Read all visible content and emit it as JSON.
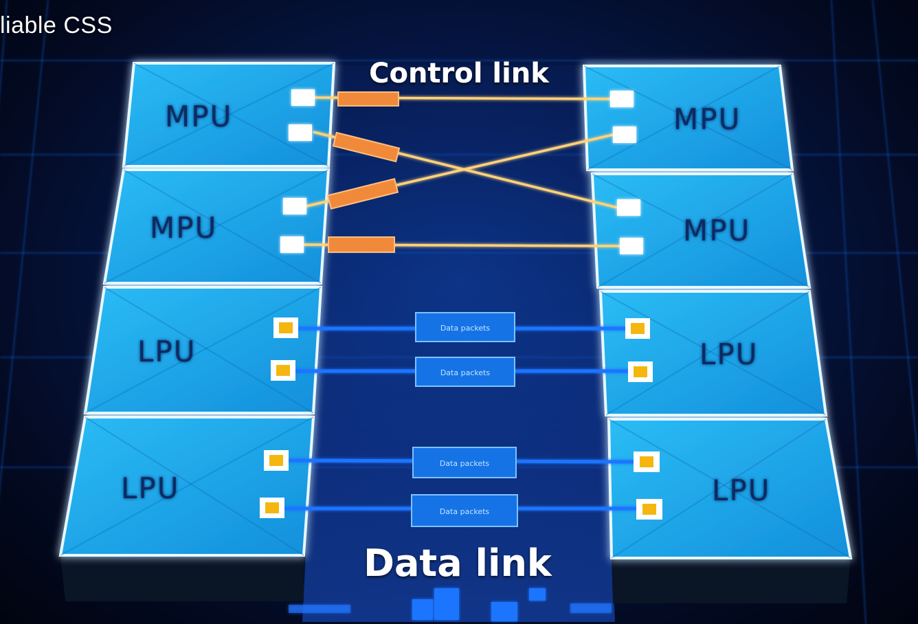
{
  "caption": "liable CSS",
  "control_link_title": "Control link",
  "data_link_title": "Data link",
  "colors": {
    "panel": "#18a8ec",
    "panel_edge": "#dff6ff",
    "glow": "#2f8cff",
    "label": "#0b2a62",
    "control_cable": "#ffd27a",
    "control_sleeve": "#f08a3a",
    "data_cable": "#1f74ff",
    "data_port": "#f5b60f",
    "control_port": "#ffffff",
    "packet_box": "#1673e6"
  },
  "left_units": [
    {
      "label": "MPU",
      "icon": "board-mpu-icon"
    },
    {
      "label": "MPU",
      "icon": "board-mpu-icon"
    },
    {
      "label": "LPU",
      "icon": "board-lpu-icon"
    },
    {
      "label": "LPU",
      "icon": "board-lpu-icon"
    }
  ],
  "right_units": [
    {
      "label": "MPU",
      "icon": "board-mpu-icon"
    },
    {
      "label": "MPU",
      "icon": "board-mpu-icon"
    },
    {
      "label": "LPU",
      "icon": "board-lpu-icon"
    },
    {
      "label": "LPU",
      "icon": "board-lpu-icon"
    }
  ],
  "control_links": [
    {
      "from": "left-mpu-1-port-1",
      "to": "right-mpu-1-port-1"
    },
    {
      "from": "left-mpu-1-port-2",
      "to": "right-mpu-2-port-1"
    },
    {
      "from": "left-mpu-2-port-1",
      "to": "right-mpu-1-port-2"
    },
    {
      "from": "left-mpu-2-port-2",
      "to": "right-mpu-2-port-2"
    }
  ],
  "data_links": [
    {
      "label": "Data packets"
    },
    {
      "label": "Data packets"
    },
    {
      "label": "Data packets"
    },
    {
      "label": "Data packets"
    }
  ]
}
